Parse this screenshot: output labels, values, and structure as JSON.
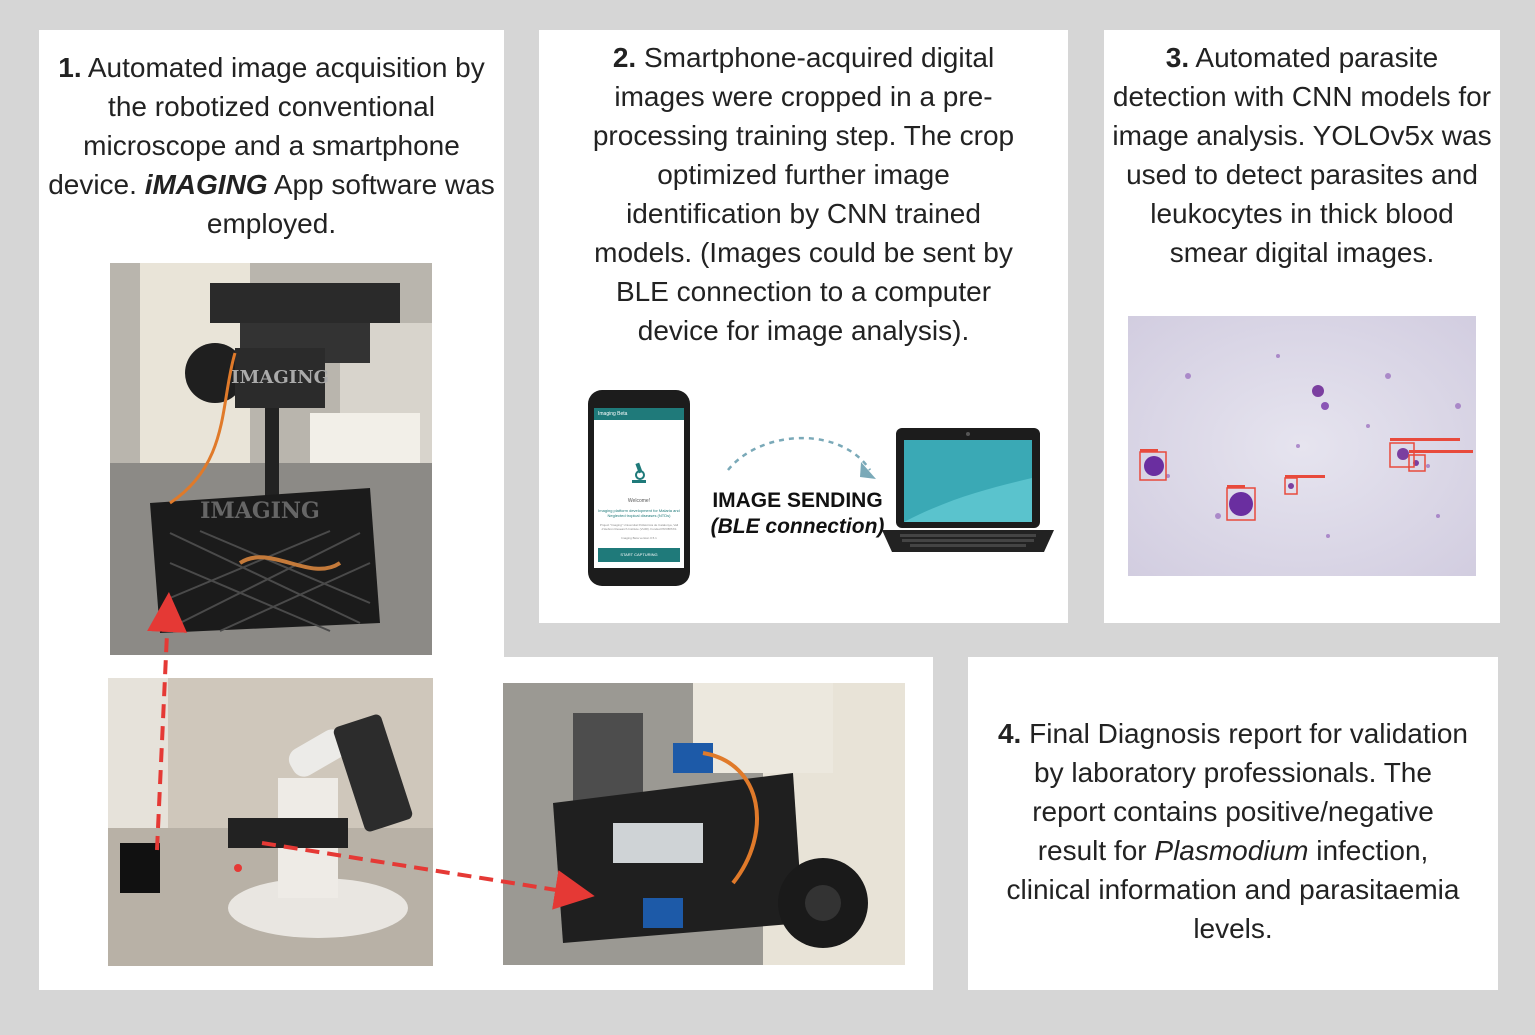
{
  "panel1": {
    "number": "1.",
    "line1": "Automated image acquisition by",
    "line2": "the robotized conventional",
    "line3": "microscope and a smartphone",
    "line4_pre": "device. ",
    "line4_brand": "iMAGING",
    "line4_post": " App software was",
    "line5": "employed.",
    "box_logo_top": "IMAGING",
    "box_logo_main": "IMAGING"
  },
  "panel2": {
    "number": "2.",
    "line1": "Smartphone-acquired digital",
    "line2": "images were cropped in a pre-",
    "line3": "processing training step. The crop",
    "line4": "optimized further image",
    "line5": "identification by CNN trained",
    "line6": "models. (Images could be sent by",
    "line7": "BLE connection to a computer",
    "line8": "device for image analysis).",
    "phone_appbar": "Imaging Beta",
    "phone_welcome": "Welcome!",
    "phone_desc": "Imaging platform development for Malaria and Neglected tropical diseases (NTDs)",
    "phone_project": "Project \"Imaging\" Universitat Politècnica de Catalunya, Vall d'Hebron Research Institute (VHIR). Funded PROBITAS",
    "phone_version": "Imaging Beta version 0.5.1",
    "phone_button": "START CAPTURING",
    "sending_label": "IMAGE SENDING",
    "sending_sub": "(BLE connection)"
  },
  "panel3": {
    "number": "3.",
    "line1": "Automated parasite",
    "line2": "detection with CNN models for",
    "line3": "image analysis. YOLOv5x was",
    "line4": "used to detect parasites and",
    "line5": "leukocytes in thick blood",
    "line6": "smear digital images."
  },
  "panel4": {
    "number": "4.",
    "line1": "Final Diagnosis report for validation",
    "line2": "by laboratory professionals. The",
    "line3": "report contains positive/negative",
    "line4_pre": "result for ",
    "line4_italic": "Plasmodium",
    "line4_post": " infection,",
    "line5": "clinical information and parasitaemia",
    "line6": "levels."
  },
  "colors": {
    "background": "#d6d6d6",
    "panel": "#ffffff",
    "arrow_red": "#e53935",
    "phone_teal": "#1f7a7a",
    "laptop_screen": "#3aa9b5",
    "smear_purple": "#7b3fa0",
    "box_red": "#e84a3c"
  }
}
